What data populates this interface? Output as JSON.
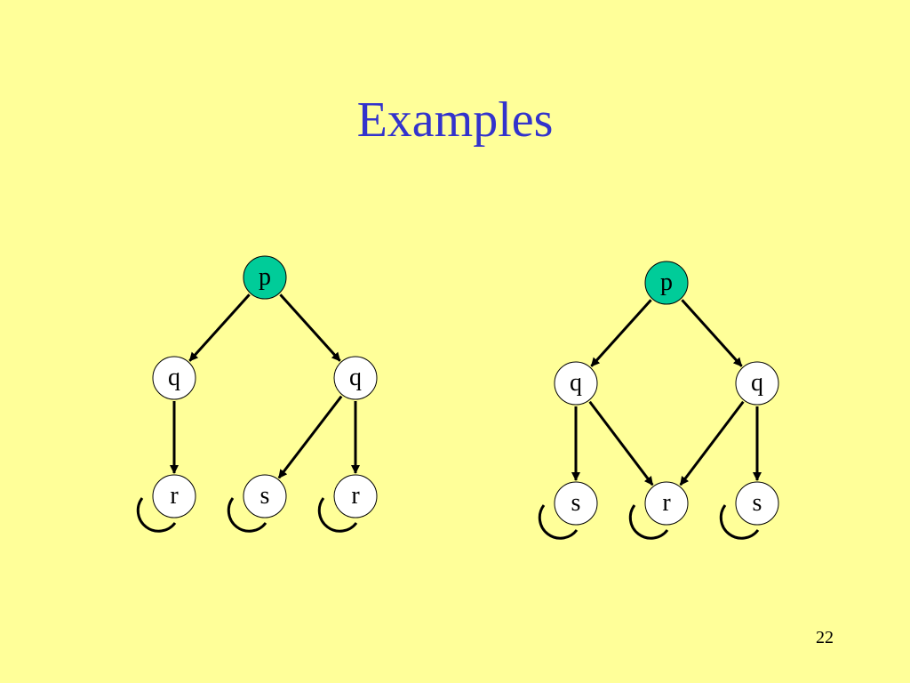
{
  "slide": {
    "title": "Examples",
    "page_number": "22"
  },
  "colors": {
    "background": "#ffff99",
    "title": "#3333cc",
    "root_fill": "#00cc99",
    "node_fill": "#ffffff",
    "stroke": "#000000"
  },
  "diagrams": [
    {
      "nodes": [
        {
          "id": "p",
          "label": "p",
          "root": true,
          "self_loop": false
        },
        {
          "id": "q1",
          "label": "q",
          "root": false,
          "self_loop": false
        },
        {
          "id": "q2",
          "label": "q",
          "root": false,
          "self_loop": false
        },
        {
          "id": "r1",
          "label": "r",
          "root": false,
          "self_loop": true
        },
        {
          "id": "s1",
          "label": "s",
          "root": false,
          "self_loop": true
        },
        {
          "id": "r2",
          "label": "r",
          "root": false,
          "self_loop": true
        }
      ],
      "edges": [
        {
          "from": "p",
          "to": "q1"
        },
        {
          "from": "p",
          "to": "q2"
        },
        {
          "from": "q1",
          "to": "r1"
        },
        {
          "from": "q2",
          "to": "s1"
        },
        {
          "from": "q2",
          "to": "r2"
        }
      ]
    },
    {
      "nodes": [
        {
          "id": "p",
          "label": "p",
          "root": true,
          "self_loop": false
        },
        {
          "id": "q1",
          "label": "q",
          "root": false,
          "self_loop": false
        },
        {
          "id": "q2",
          "label": "q",
          "root": false,
          "self_loop": false
        },
        {
          "id": "s1",
          "label": "s",
          "root": false,
          "self_loop": true
        },
        {
          "id": "r",
          "label": "r",
          "root": false,
          "self_loop": true
        },
        {
          "id": "s2",
          "label": "s",
          "root": false,
          "self_loop": true
        }
      ],
      "edges": [
        {
          "from": "p",
          "to": "q1"
        },
        {
          "from": "p",
          "to": "q2"
        },
        {
          "from": "q1",
          "to": "s1"
        },
        {
          "from": "q1",
          "to": "r"
        },
        {
          "from": "q2",
          "to": "r"
        },
        {
          "from": "q2",
          "to": "s2"
        }
      ]
    }
  ]
}
